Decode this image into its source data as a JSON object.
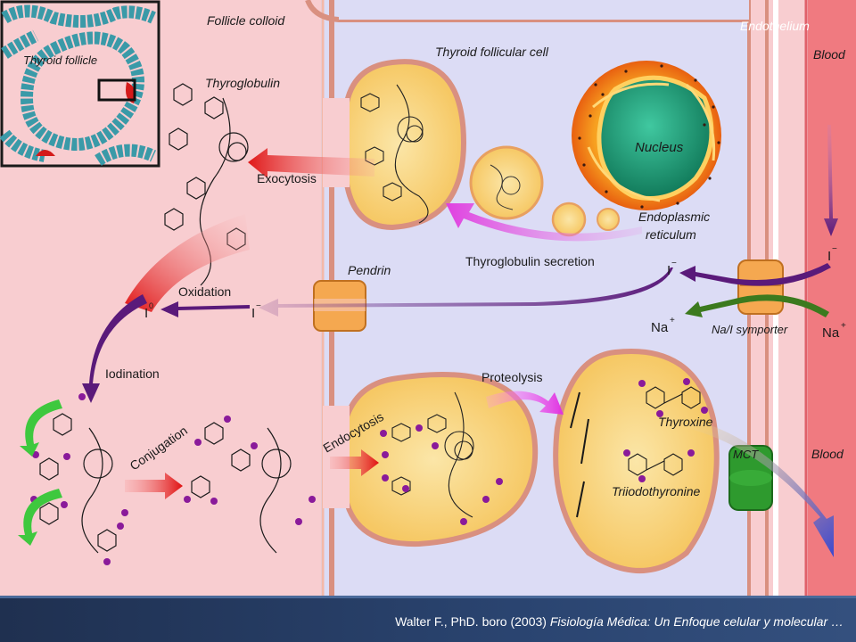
{
  "labels": {
    "follicle_colloid": "Follicle colloid",
    "endothelium": "Endothelium",
    "blood_top": "Blood",
    "blood_bottom": "Blood",
    "thyroid_follicular_cell": "Thyroid follicular cell",
    "thyroid_follicle": "Thyroid follicle",
    "thyroglobulin": "Thyroglobulin",
    "nucleus": "Nucleus",
    "endoplasmic": "Endoplasmic",
    "reticulum": "reticulum",
    "exocytosis": "Exocytosis",
    "thyroglobulin_secretion": "Thyroglobulin secretion",
    "pendrin": "Pendrin",
    "oxidation": "Oxidation",
    "iodine_zero": "I",
    "iodine_zero_sup": "0",
    "iodide_left": "I",
    "iodide_mid": "I",
    "iodide_right": "I",
    "minus": "−",
    "sodium_left": "Na",
    "sodium_right": "Na",
    "plus": "+",
    "na_i_symporter": "Na/I symporter",
    "iodination": "Iodination",
    "conjugation": "Conjugation",
    "endocytosis": "Endocytosis",
    "proteolysis": "Proteolysis",
    "thyroxine": "Thyroxine",
    "triiodothyronine": "Triiodothyronine",
    "mct": "MCT"
  },
  "footer": {
    "authors": "Walter F., PhD. boro (2003) ",
    "title": "Fisiología Médica: Un Enfoque celular y molecular …"
  },
  "colors": {
    "colloid": "#f8cdd0",
    "cell": "#dcdcf5",
    "blood": "#f07a80",
    "vesicle": "#f9d98c",
    "iodide_arrow": "#5a1a7a",
    "sodium_arrow": "#3c7a1e",
    "mct_channel": "#2e9a2e",
    "hormone_arrow": "#4a5ad8"
  }
}
